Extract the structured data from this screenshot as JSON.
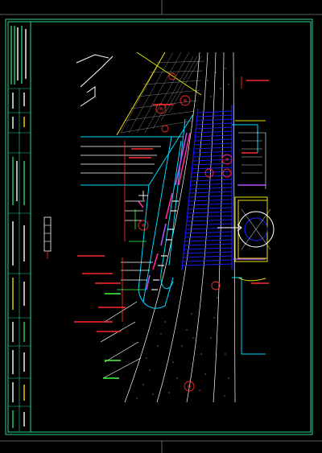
{
  "viewer": {
    "background": "#000000",
    "sheet_frame_color": "#2bd38a",
    "guide_line_color": "#7d7d7d"
  },
  "title_block": {
    "label_colors": [
      "#ffffff",
      "#22d36f",
      "#e8e000"
    ],
    "text_unreadable": true
  },
  "drawing": {
    "layer_colors": {
      "paving_hatch": "#ffffff",
      "stair_treads": "#1a1aff",
      "planting_bed": "#ff2a9a",
      "handrail": "#b84dff",
      "leader_lines": "#ffffff",
      "annotations": "#ff2a2a",
      "plaza_edge": "#ffe000",
      "road_lines": "#ffffff",
      "cyan_outline": "#00d8ff",
      "green_dimension": "#3dff3d"
    },
    "section_markers": [
      "circle-tag",
      "circle-tag",
      "circle-tag",
      "circle-tag",
      "circle-tag",
      "circle-tag",
      "circle-tag"
    ],
    "north_arrow_icon": "cad-cross-icon"
  }
}
